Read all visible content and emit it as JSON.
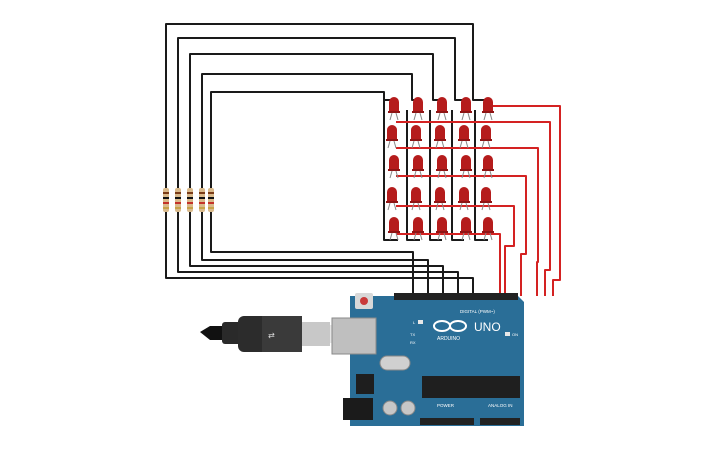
{
  "colors": {
    "background": "#ffffff",
    "wire_black": "#1a1a1a",
    "wire_red": "#d42222",
    "led_red": "#b51c1c",
    "board_blue": "#2a6e97",
    "board_dark": "#1e5478",
    "header_black": "#222222"
  },
  "board": {
    "brand": "ARDUINO",
    "model": "UNO",
    "digital_label": "DIGITAL (PWM~)",
    "power_label": "POWER",
    "analog_label": "ANALOG IN",
    "on_label": "ON",
    "l_label": "L",
    "tx_label": "TX",
    "rx_label": "RX"
  },
  "led_grid": {
    "rows": 5,
    "cols": 5
  },
  "resistor_count": 5,
  "icons": {
    "usb_cable": "usb-cable-icon",
    "reset_button": "reset-button-icon",
    "chip": "ic-chip-icon"
  }
}
